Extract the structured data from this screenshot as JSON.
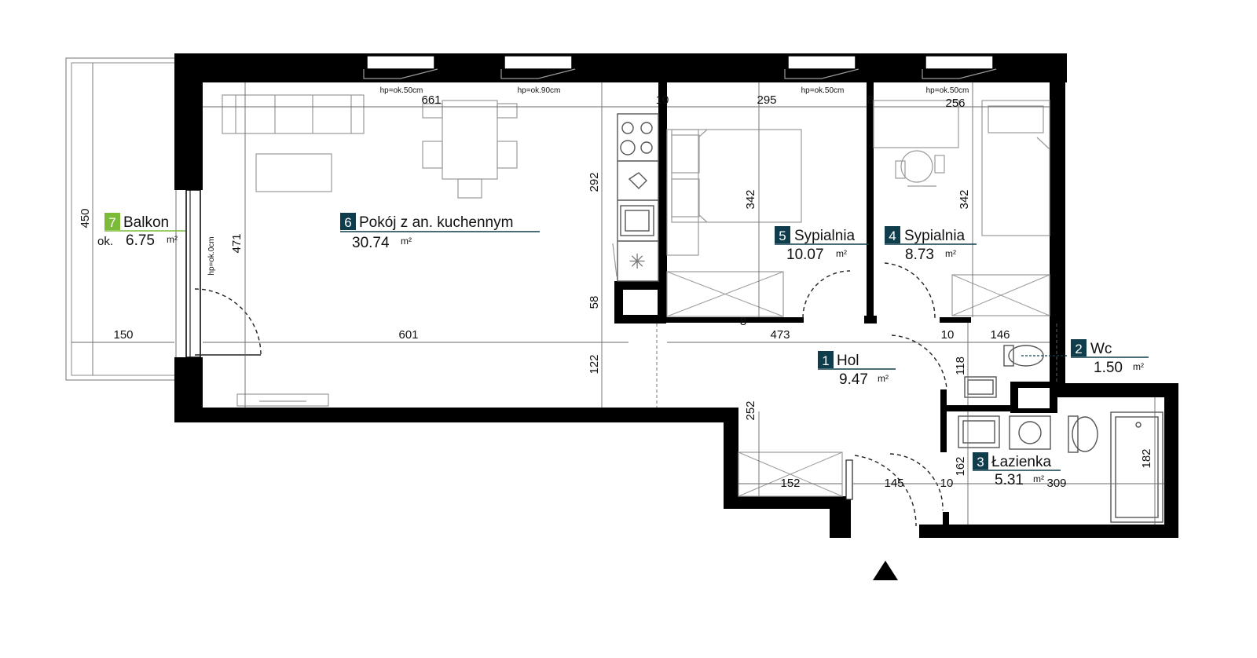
{
  "colors": {
    "room_badge": "#0f3d4c",
    "balcony_badge": "#7cba3a",
    "wall": "#000000"
  },
  "rooms": [
    {
      "number": "1",
      "name": "Hol",
      "area": "9.47",
      "unit": "m²"
    },
    {
      "number": "2",
      "name": "Wc",
      "area": "1.50",
      "unit": "m²"
    },
    {
      "number": "3",
      "name": "Łazienka",
      "area": "5.31",
      "unit": "m²"
    },
    {
      "number": "4",
      "name": "Sypialnia",
      "area": "8.73",
      "unit": "m²"
    },
    {
      "number": "5",
      "name": "Sypialnia",
      "area": "10.07",
      "unit": "m²"
    },
    {
      "number": "6",
      "name": "Pokój z an. kuchennym",
      "area": "30.74",
      "unit": "m²"
    },
    {
      "number": "7",
      "name": "Balkon",
      "prefix": "ok.",
      "area": "6.75",
      "unit": "m²"
    }
  ],
  "window_notes": {
    "w1": "hp=ok.50cm",
    "w2": "hp=ok.90cm",
    "w3": "hp=ok.50cm",
    "w4": "hp=ok.50cm",
    "balcony_door": "hp=ok.0cm"
  },
  "dimensions": {
    "d661": "661",
    "d10a": "10",
    "d295": "295",
    "d8a": "8",
    "d256": "256",
    "d292": "292",
    "d342a": "342",
    "d342b": "342",
    "d58": "58",
    "d471": "471",
    "d450": "450",
    "d150": "150",
    "d601": "601",
    "d473": "473",
    "d10b": "10",
    "d146": "146",
    "d118": "118",
    "d122": "122",
    "d252": "252",
    "d162": "162",
    "d152": "152",
    "d145": "145",
    "d10c": "10",
    "d309": "309",
    "d182": "182",
    "d8b": "8"
  },
  "north_arrow": "north-arrow-icon"
}
